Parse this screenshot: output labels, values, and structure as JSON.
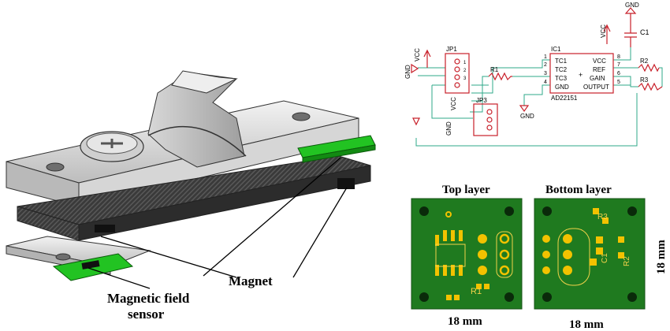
{
  "labels": {
    "magnet": "Magnet",
    "sensor_line1": "Magnetic field",
    "sensor_line2": "sensor",
    "top_layer": "Top layer",
    "bottom_layer": "Bottom layer",
    "dim_width_top": "18 mm",
    "dim_width_bottom": "18 mm",
    "dim_height": "18 mm"
  },
  "schematic": {
    "gnd_top": "GND",
    "vcc_cap": "VCC",
    "c1": "C1",
    "jp1": "JP1",
    "jp3": "JP3",
    "ic1": "IC1",
    "ic_part": "AD22151",
    "r1": "R1",
    "r2": "R2",
    "r3": "R3",
    "gnd_jp1": "GND",
    "vcc_jp1": "VCC",
    "vcc_jp3": "VCC",
    "gnd_jp3": "GND",
    "gnd_ic": "GND",
    "pins_left": [
      "TC1",
      "TC2",
      "TC3",
      "GND"
    ],
    "pins_right": [
      "VCC",
      "REF",
      "GAIN",
      "OUTPUT"
    ],
    "pin_nums_left": [
      "1",
      "2",
      "3",
      "4"
    ],
    "pin_nums_right": [
      "8",
      "7",
      "6",
      "5"
    ],
    "plus": "+",
    "jp_pins": [
      "1",
      "2",
      "3"
    ]
  },
  "pcb": {
    "top_r1": "R1",
    "bottom_r3": "R3",
    "bottom_c1": "C1",
    "bottom_r2": "R2"
  },
  "colors": {
    "schematic_red": "#c8202a",
    "wire_green": "#2fa98a",
    "pcb_green": "#1f7a1f",
    "pad_yellow": "#f2c200",
    "sensor_green": "#22c322"
  }
}
